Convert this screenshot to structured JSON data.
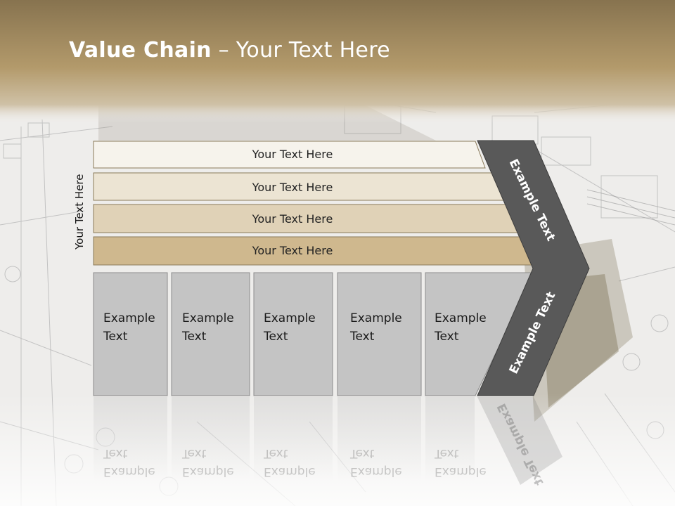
{
  "title": {
    "bold": "Value Chain",
    "rest": " – Your Text Here"
  },
  "side_label": "Your Text Here",
  "bars": [
    {
      "label": "Your Text Here",
      "color": "#f6f3ec"
    },
    {
      "label": "Your Text Here",
      "color": "#ece4d3"
    },
    {
      "label": "Your Text Here",
      "color": "#e0d2b7"
    },
    {
      "label": "Your Text Here",
      "color": "#cfb88e"
    }
  ],
  "boxes": [
    {
      "line1": "Example",
      "line2": "Text"
    },
    {
      "line1": "Example",
      "line2": "Text"
    },
    {
      "line1": "Example",
      "line2": "Text"
    },
    {
      "line1": "Example",
      "line2": "Text"
    },
    {
      "line1": "Example",
      "line2": "Text"
    }
  ],
  "chevron_top": "Example Text",
  "chevron_bottom": "Example Text",
  "colors": {
    "header": "#9c8558",
    "chevron": "#595959",
    "box": "#c4c4c4"
  }
}
